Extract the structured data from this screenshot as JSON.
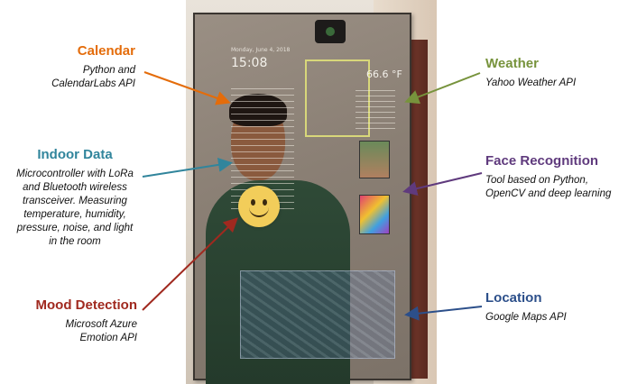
{
  "colors": {
    "calendar": "#e46c0a",
    "indoor": "#31859c",
    "mood": "#a0291f",
    "weather": "#77933c",
    "face": "#5f3a7d",
    "location": "#2c4f8a"
  },
  "annotations": {
    "calendar": {
      "title": "Calendar",
      "lines": [
        "Python and",
        "CalendarLabs API"
      ]
    },
    "indoor": {
      "title": "Indoor Data",
      "lines": [
        "Microcontroller with LoRa",
        "and Bluetooth wireless",
        "transceiver. Measuring",
        "temperature, humidity,",
        "pressure, noise, and light",
        "in the room"
      ]
    },
    "mood": {
      "title": "Mood Detection",
      "lines": [
        "Microsoft Azure",
        "Emotion API"
      ]
    },
    "weather": {
      "title": "Weather",
      "lines": [
        "Yahoo Weather API"
      ]
    },
    "face": {
      "title": "Face Recognition",
      "lines": [
        "Tool based on Python,",
        "OpenCV and deep learning"
      ]
    },
    "location": {
      "title": "Location",
      "lines": [
        "Google Maps API"
      ]
    }
  },
  "mirror_display": {
    "date": "Monday, June 4, 2018",
    "time": "15:08",
    "temperature": "66.6 °F"
  }
}
